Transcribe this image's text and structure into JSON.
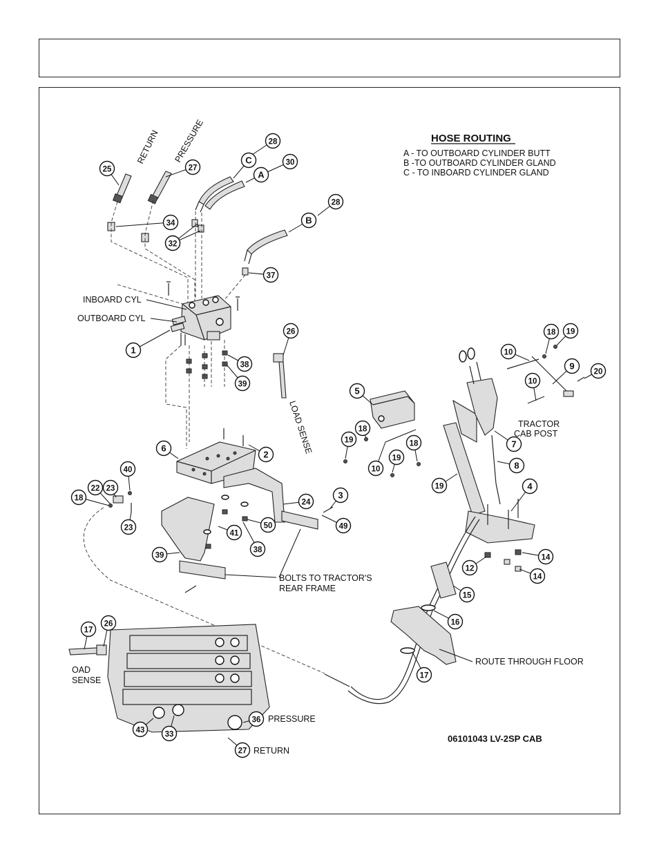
{
  "hose_routing": {
    "title": "HOSE ROUTING",
    "a": "A - TO OUTBOARD CYLINDER BUTT",
    "b": "B -TO OUTBOARD CYLINDER GLAND",
    "c": "C - TO INBOARD CYLINDER GLAND"
  },
  "labels": {
    "return_hose": "RETURN",
    "pressure_hose": "PRESSURE",
    "inboard_cyl": "INBOARD CYL",
    "outboard_cyl": "OUTBOARD CYL",
    "load_sense": "LOAD SENSE",
    "tractor_cab_post_1": "TRACTOR",
    "tractor_cab_post_2": "CAB POST",
    "bolts_frame_1": "BOLTS TO TRACTOR'S",
    "bolts_frame_2": "REAR FRAME",
    "route_floor": "ROUTE THROUGH FLOOR",
    "load_sense_partial_1": "OAD",
    "load_sense_partial_2": "SENSE",
    "pressure_port": "PRESSURE",
    "return_port": "RETURN",
    "part_number": "06101043 LV-2SP CAB"
  },
  "callouts": [
    "25",
    "27",
    "28",
    "C",
    "30",
    "A",
    "28",
    "B",
    "34",
    "32",
    "32",
    "37",
    "1",
    "26",
    "38",
    "39",
    "5",
    "18",
    "19",
    "10",
    "9",
    "10",
    "20",
    "18",
    "19",
    "7",
    "8",
    "19",
    "18",
    "10",
    "19",
    "6",
    "2",
    "40",
    "23",
    "22",
    "18",
    "23",
    "24",
    "3",
    "49",
    "41",
    "50",
    "38",
    "39",
    "4",
    "12",
    "14",
    "14",
    "15",
    "16",
    "17",
    "17",
    "26",
    "43",
    "33",
    "36",
    "27",
    "25"
  ]
}
